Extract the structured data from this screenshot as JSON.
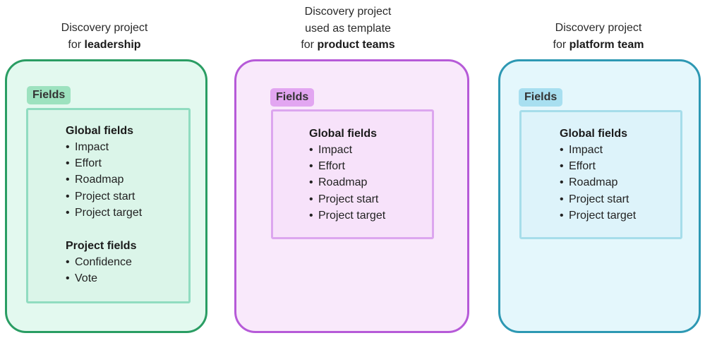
{
  "cards": [
    {
      "title_lines": [
        "Discovery project"
      ],
      "title_last_prefix": "for ",
      "title_last_bold": "leadership",
      "badge": "Fields",
      "groups": [
        {
          "title": "Global fields",
          "items": [
            "Impact",
            "Effort",
            "Roadmap",
            "Project start",
            "Project target"
          ]
        },
        {
          "title": "Project fields",
          "items": [
            "Confidence",
            "Vote"
          ]
        }
      ]
    },
    {
      "title_lines": [
        "Discovery project",
        "used as template"
      ],
      "title_last_prefix": "for ",
      "title_last_bold": "product teams",
      "badge": "Fields",
      "groups": [
        {
          "title": "Global fields",
          "items": [
            "Impact",
            "Effort",
            "Roadmap",
            "Project start",
            "Project target"
          ]
        }
      ]
    },
    {
      "title_lines": [
        "Discovery project"
      ],
      "title_last_prefix": "for ",
      "title_last_bold": "platform team",
      "badge": "Fields",
      "groups": [
        {
          "title": "Global fields",
          "items": [
            "Impact",
            "Effort",
            "Roadmap",
            "Project start",
            "Project target"
          ]
        }
      ]
    }
  ],
  "bullet": "•",
  "colors": {
    "leadership_border": "#2a9d63",
    "product_border": "#b65ad8",
    "platform_border": "#2d98b3"
  }
}
